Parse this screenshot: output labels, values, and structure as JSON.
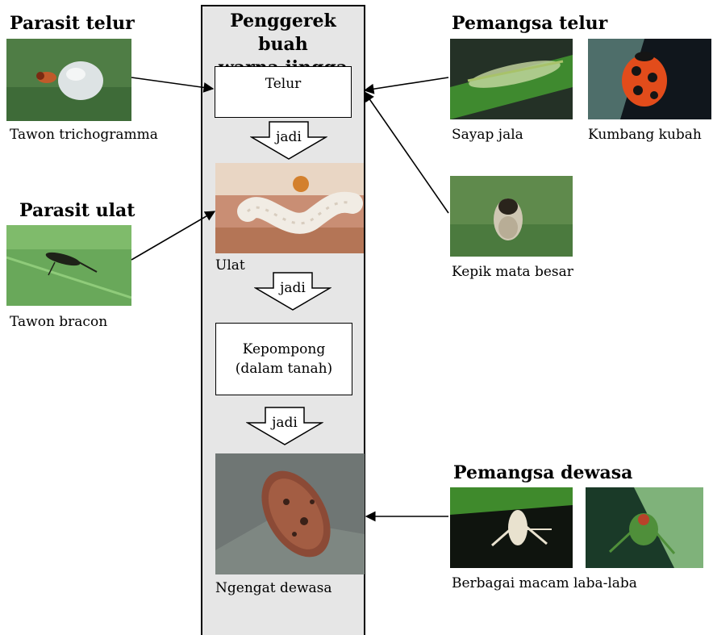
{
  "center": {
    "title_line1": "Penggerek buah",
    "title_line2": "warna jingga",
    "stage_egg": "Telur",
    "stage_larva": "Ulat",
    "stage_pupa_line1": "Kepompong",
    "stage_pupa_line2": "(dalam tanah)",
    "stage_adult": "Ngengat dewasa",
    "transition_label": "jadi"
  },
  "left": {
    "egg_parasite_heading": "Parasit telur",
    "egg_parasite_caption": "Tawon trichogramma",
    "larva_parasite_heading": "Parasit ulat",
    "larva_parasite_caption": "Tawon bracon"
  },
  "right": {
    "egg_predator_heading": "Pemangsa telur",
    "egg_predator_caption_1": "Sayap jala",
    "egg_predator_caption_2": "Kumbang kubah",
    "egg_predator_caption_3": "Kepik mata besar",
    "adult_predator_heading": "Pemangsa dewasa",
    "adult_predator_caption": "Berbagai macam laba-laba"
  }
}
